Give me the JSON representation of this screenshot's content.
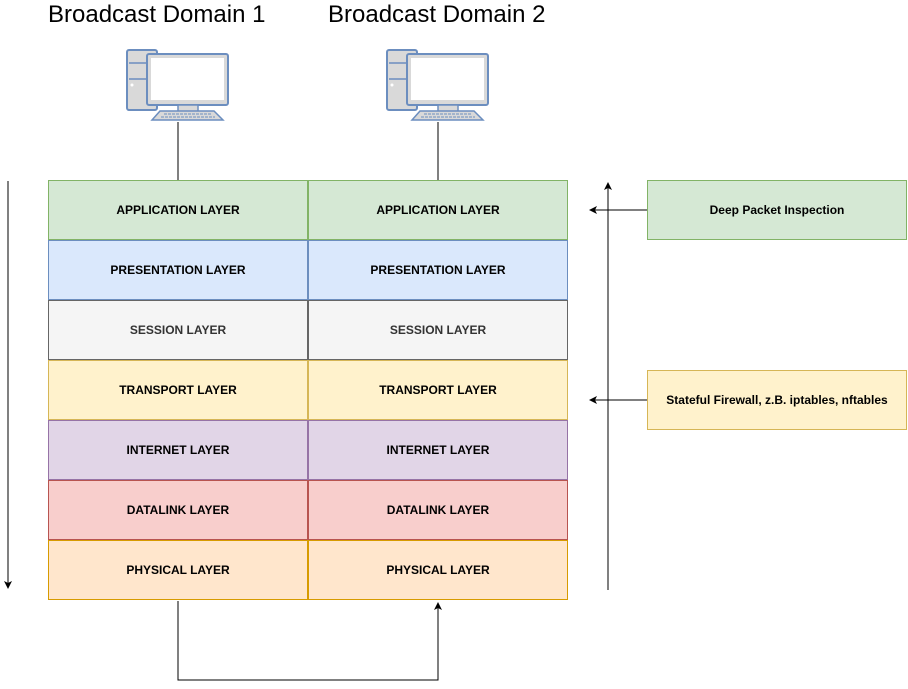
{
  "domains": [
    {
      "title": "Broadcast Domain 1"
    },
    {
      "title": "Broadcast Domain 2"
    }
  ],
  "layers": [
    {
      "label": "APPLICATION LAYER",
      "fill": "#d5e8d4",
      "stroke": "#82b366",
      "text": "#000000"
    },
    {
      "label": "PRESENTATION LAYER",
      "fill": "#dae8fc",
      "stroke": "#6c8ebf",
      "text": "#000000"
    },
    {
      "label": "SESSION LAYER",
      "fill": "#f5f5f5",
      "stroke": "#666666",
      "text": "#333333"
    },
    {
      "label": "TRANSPORT LAYER",
      "fill": "#fff2cc",
      "stroke": "#d6b656",
      "text": "#000000"
    },
    {
      "label": "INTERNET LAYER",
      "fill": "#e1d5e7",
      "stroke": "#9673a6",
      "text": "#000000"
    },
    {
      "label": "DATALINK LAYER",
      "fill": "#f8cecc",
      "stroke": "#b85450",
      "text": "#000000"
    },
    {
      "label": "PHYSICAL LAYER",
      "fill": "#ffe6cc",
      "stroke": "#d79b00",
      "text": "#000000"
    }
  ],
  "annotations": [
    {
      "label": "Deep Packet Inspection",
      "fill": "#d5e8d4",
      "stroke": "#82b366",
      "target_layer": "APPLICATION LAYER"
    },
    {
      "label": "Stateful Firewall, z.B. iptables, nftables",
      "fill": "#fff2cc",
      "stroke": "#d6b656",
      "target_layer": "TRANSPORT LAYER"
    }
  ],
  "icons": [
    "desktop-computer-icon",
    "desktop-computer-icon"
  ],
  "colors": {
    "pc_stroke": "#6c8ebf",
    "pc_fill": "#d9d9d9",
    "pc_screen": "#ffffff",
    "line": "#000000"
  }
}
